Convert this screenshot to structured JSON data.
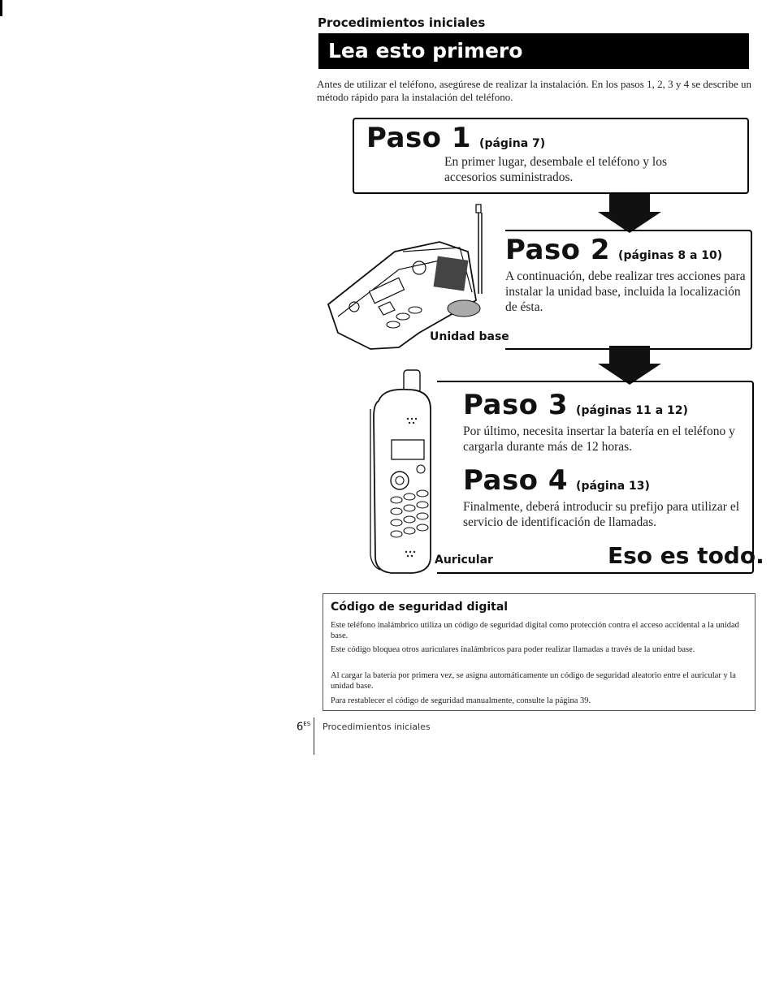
{
  "header": {
    "section": "Procedimientos iniciales",
    "title": "Lea esto primero"
  },
  "intro": "Antes de utilizar el teléfono, asegúrese de realizar la instalación.  En los pasos 1, 2, 3 y 4 se describe un método rápido para la instalación del teléfono.",
  "steps": [
    {
      "title": "Paso 1",
      "ref": "(página 7)",
      "desc": "En primer lugar, desembale el teléfono y los accesorios suministrados."
    },
    {
      "title": "Paso 2",
      "ref": "(páginas 8 a 10)",
      "desc": "A continuación, debe realizar tres acciones para instalar la unidad base, incluida la localización de ésta."
    },
    {
      "title": "Paso 3",
      "ref": "(páginas 11 a 12)",
      "desc": "Por último, necesita insertar la batería en el teléfono y cargarla durante más de 12 horas."
    },
    {
      "title": "Paso 4",
      "ref": "(página 13)",
      "desc": "Finalmente, deberá introducir su prefijo para utilizar el servicio de identificación de llamadas."
    }
  ],
  "labels": {
    "base_unit": "Unidad base",
    "handset": "Auricular",
    "closing": "Eso es todo."
  },
  "security": {
    "title": "Código de seguridad digital",
    "paragraphs": [
      "Este teléfono inalámbrico utiliza un código de seguridad digital como protección contra el acceso accidental a la unidad base.",
      "Este código bloquea otros auriculares inalámbricos para poder realizar llamadas a través de la unidad base.",
      "Al cargar la batería por primera vez, se asigna automáticamente un código de seguridad aleatorio entre el auricular y la unidad base.",
      "Para restablecer el código de seguridad manualmente, consulte la página 39."
    ]
  },
  "footer": {
    "page_number": "6",
    "page_suffix": "ES",
    "section": "Procedimientos iniciales"
  }
}
